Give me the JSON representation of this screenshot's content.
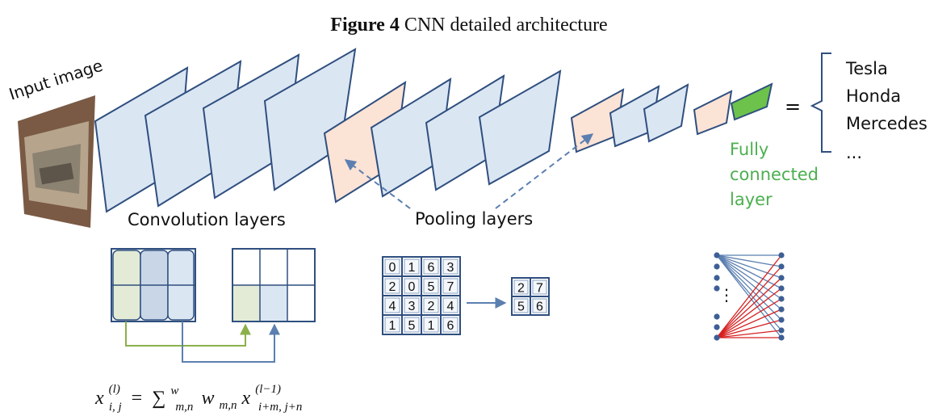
{
  "caption": {
    "label": "Figure 4",
    "title": "CNN detailed architecture"
  },
  "input_label": "Input image",
  "conv_label": "Convolution layers",
  "pool_label": "Pooling layers",
  "fc_label": [
    "Fully",
    "connected",
    "layer"
  ],
  "equals": "=",
  "outputs": [
    "Tesla",
    "Honda",
    "Mercedes",
    "..."
  ],
  "pool_input_grid": [
    [
      "0",
      "1",
      "6",
      "3"
    ],
    [
      "2",
      "0",
      "5",
      "7"
    ],
    [
      "4",
      "3",
      "2",
      "4"
    ],
    [
      "1",
      "5",
      "1",
      "6"
    ]
  ],
  "pool_output_grid": [
    [
      "2",
      "7"
    ],
    [
      "5",
      "6"
    ]
  ],
  "vdots": "⋮",
  "formula": {
    "lhs": "x",
    "lhs_sup": "(l)",
    "lhs_sub": "i, j",
    "eq": "=",
    "sum": "∑",
    "sum_sup": "w",
    "sum_sub": "m,n",
    "w": "w",
    "w_sub": "m,n",
    "x": "x",
    "x_sup": "(l−1)",
    "x_sub": "i+m, j+n"
  },
  "colors": {
    "layer_fill": "#dbe6f3",
    "layer_stroke": "#2f4f7f",
    "pool_fill": "#fbe3d6",
    "fc_fill": "#6cc24a",
    "fc_text": "#4caf50",
    "arrow_blue": "#5b7fb0",
    "arrow_green": "#8bb04a",
    "red": "#d62020"
  }
}
